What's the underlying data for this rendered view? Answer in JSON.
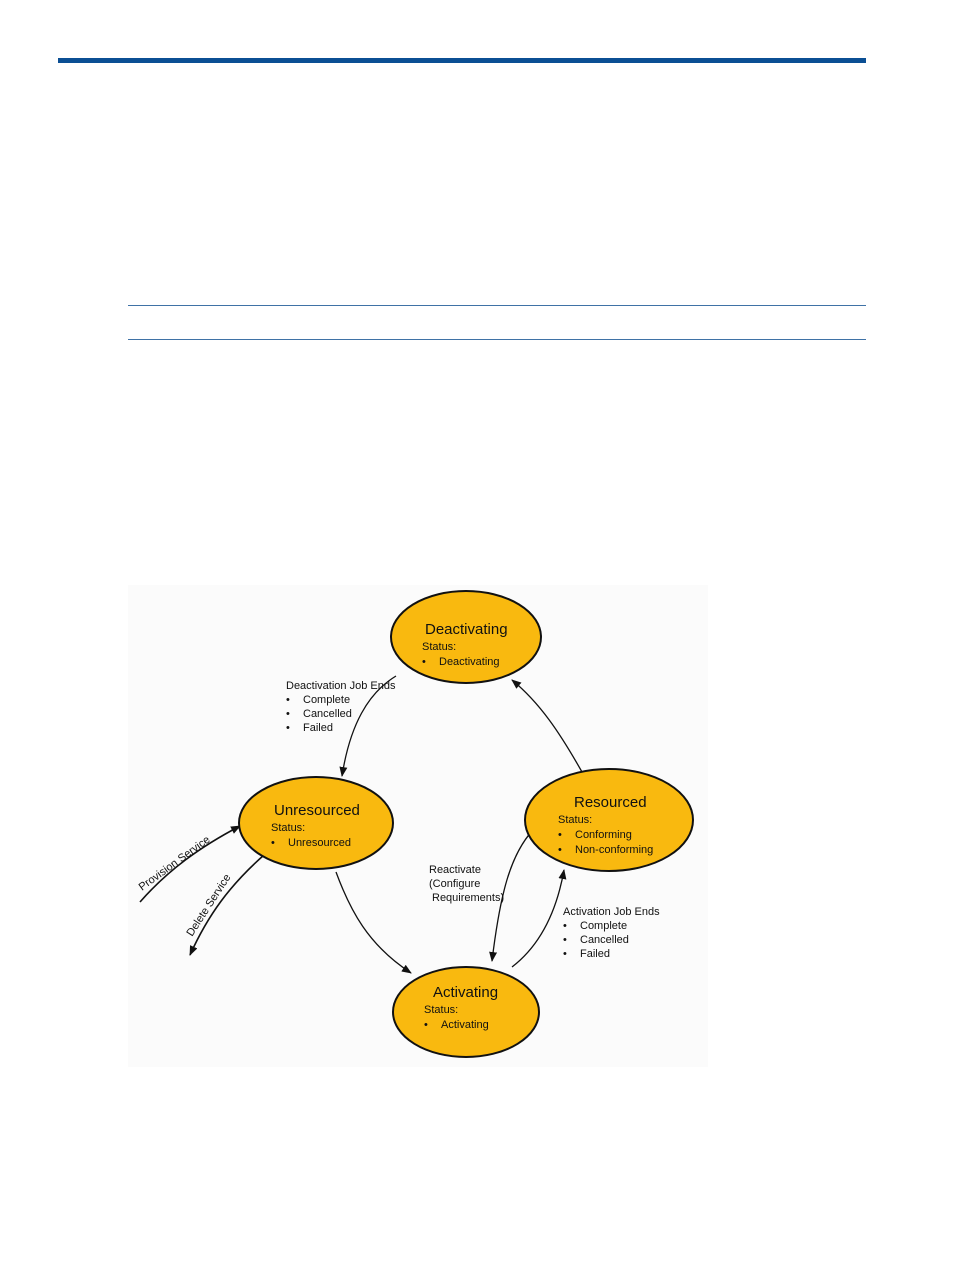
{
  "states": {
    "deactivating": {
      "title": "Deactivating",
      "status_label": "Status:",
      "items": [
        "Deactivating"
      ]
    },
    "unresourced": {
      "title": "Unresourced",
      "status_label": "Status:",
      "items": [
        "Unresourced"
      ]
    },
    "resourced": {
      "title": "Resourced",
      "status_label": "Status:",
      "items": [
        "Conforming",
        "Non-conforming"
      ]
    },
    "activating": {
      "title": "Activating",
      "status_label": "Status:",
      "items": [
        "Activating"
      ]
    }
  },
  "transitions": {
    "deactivation": {
      "title": "Deactivation Job Ends",
      "items": [
        "Complete",
        "Cancelled",
        "Failed"
      ]
    },
    "activation": {
      "title": "Activation Job Ends",
      "items": [
        "Complete",
        "Cancelled",
        "Failed"
      ]
    },
    "reactivate": {
      "lines": [
        "Reactivate",
        "(Configure",
        "Requirements)"
      ]
    },
    "provision": "Provision Service",
    "delete": "Delete Service"
  },
  "bullet": "•",
  "colors": {
    "state_fill": "#f9b90f",
    "rule_blue": "#0b4f94",
    "rule_thin": "#3f72a6"
  }
}
